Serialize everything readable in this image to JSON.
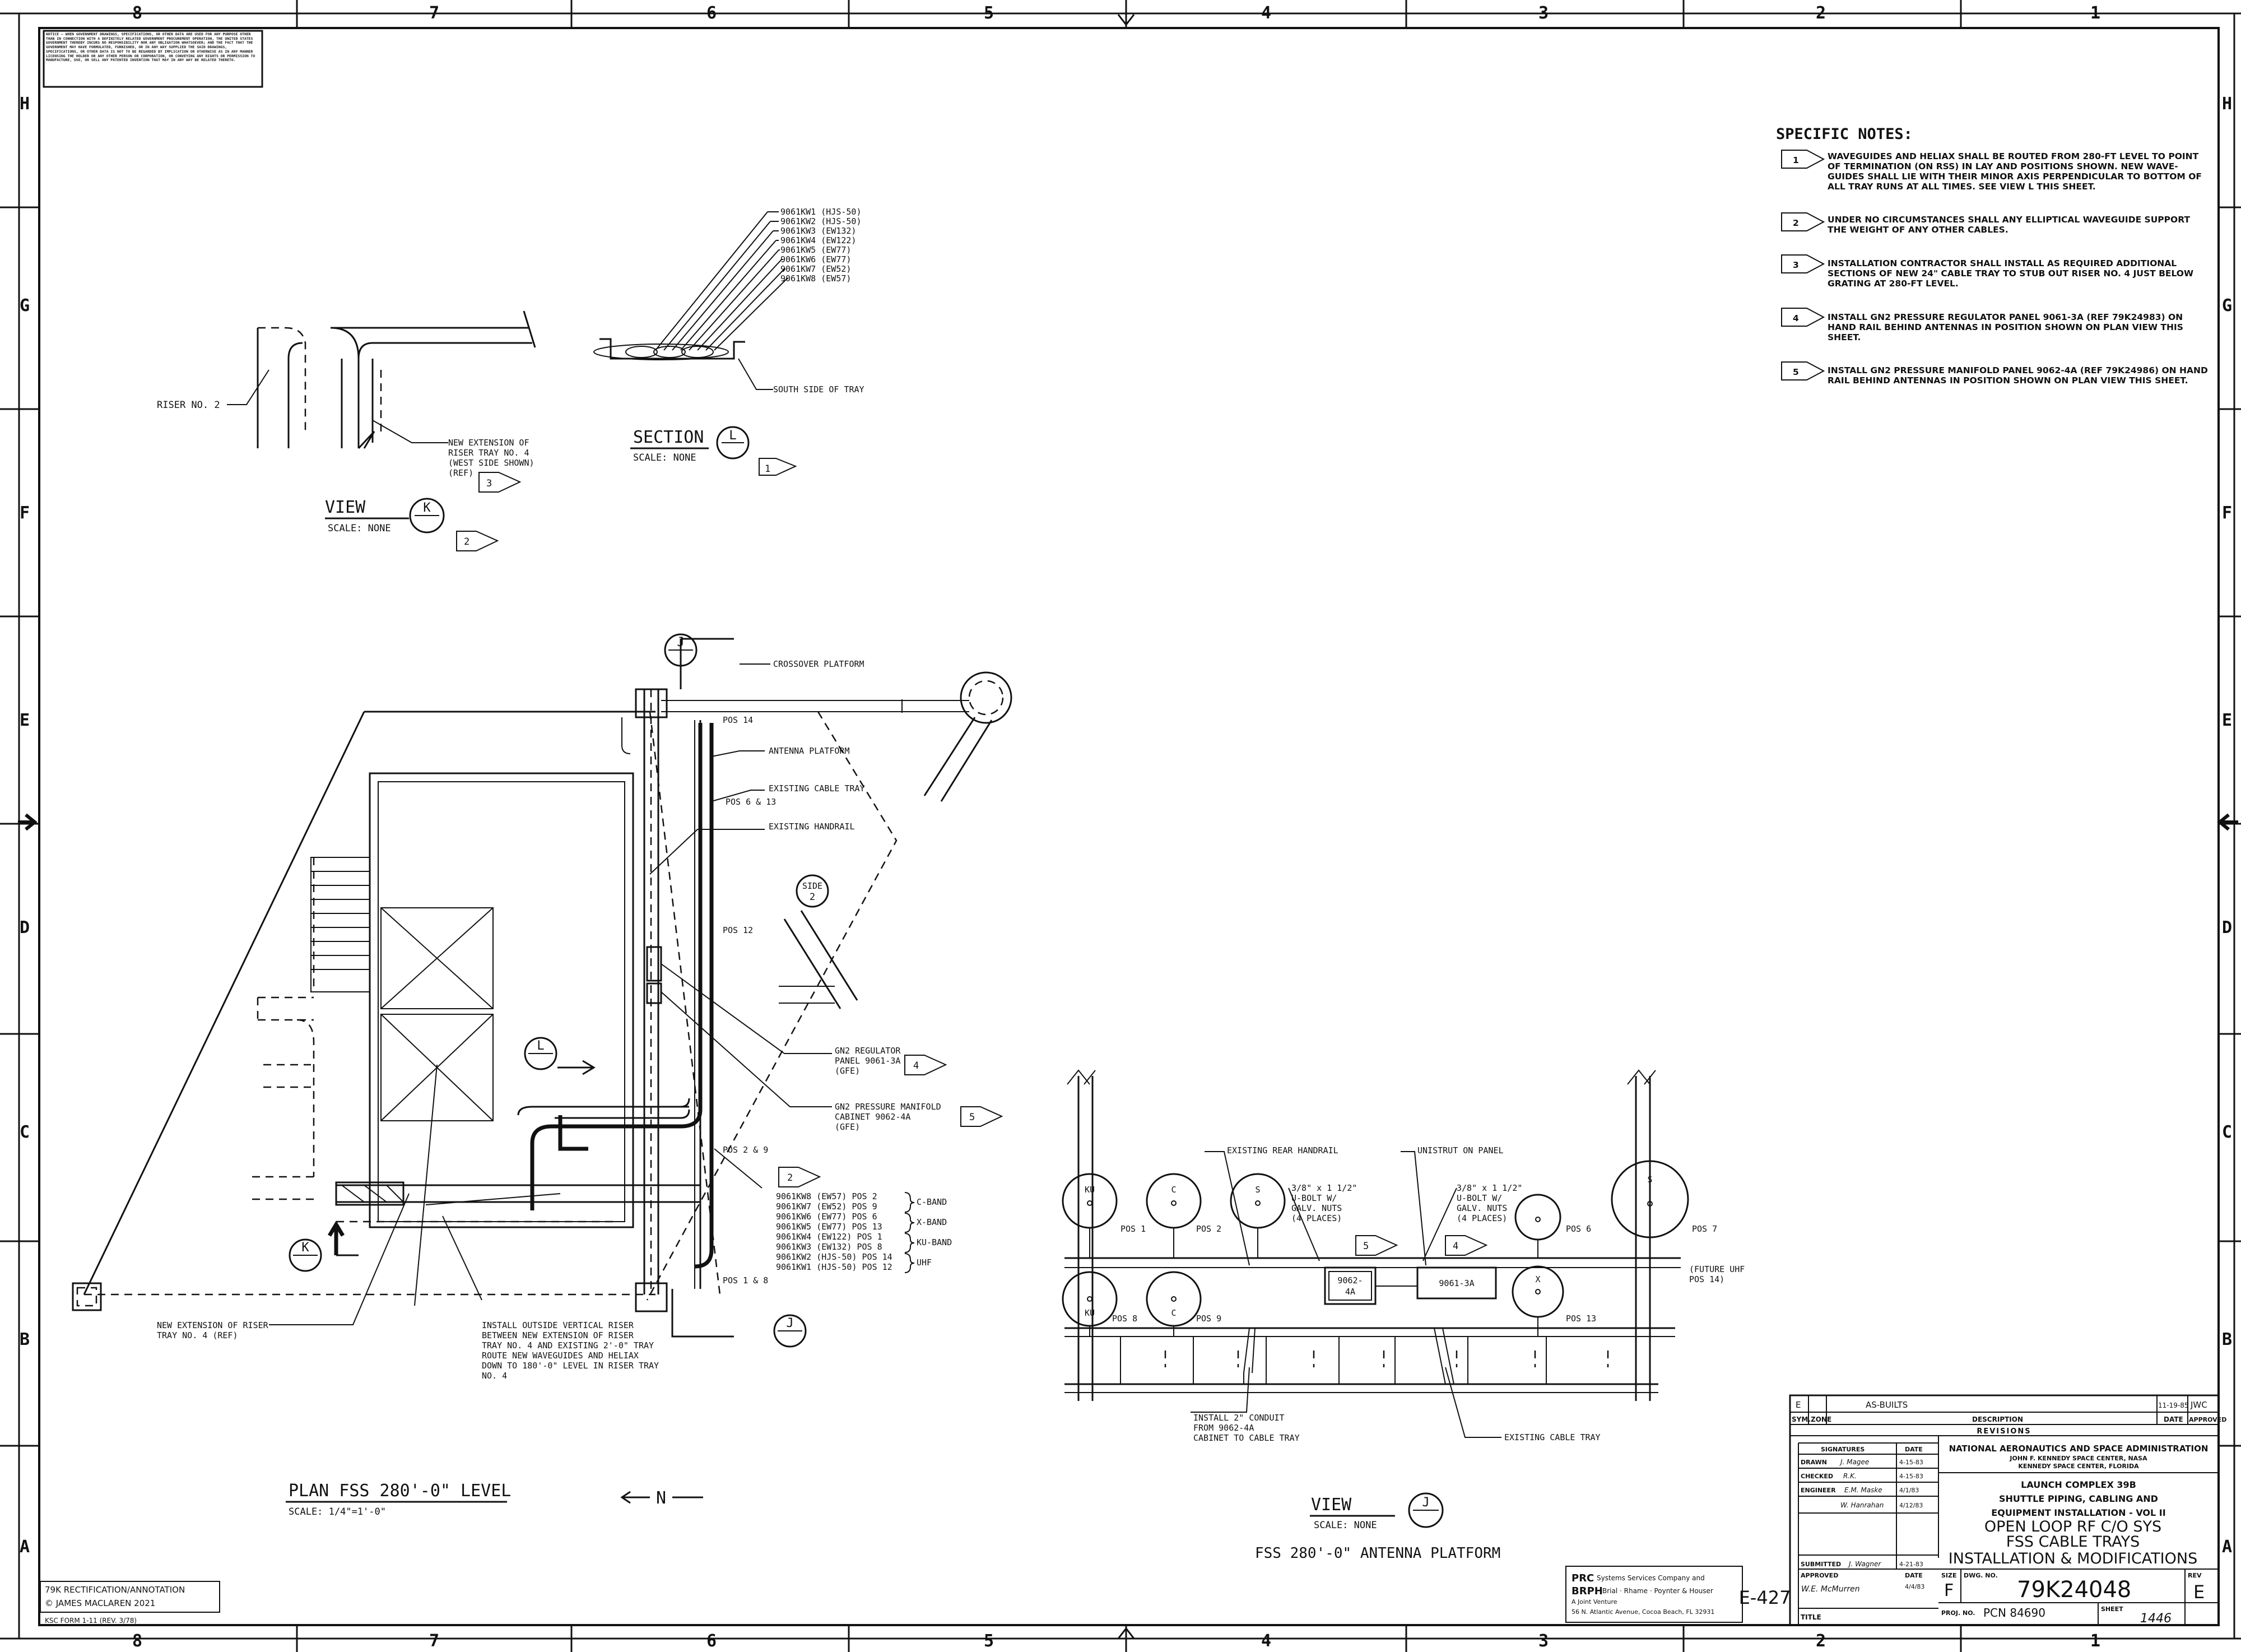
{
  "zones": {
    "top": [
      "8",
      "7",
      "6",
      "5",
      "4",
      "3",
      "2",
      "1"
    ],
    "side": [
      "H",
      "G",
      "F",
      "E",
      "D",
      "C",
      "B",
      "A"
    ]
  },
  "notice": "NOTICE — WHEN GOVERNMENT DRAWINGS, SPECIFICATIONS, OR OTHER DATA ARE USED FOR ANY PURPOSE OTHER THAN IN CONNECTION WITH A DEFINITELY RELATED GOVERNMENT PROCUREMENT OPERATION, THE UNITED STATES GOVERNMENT THEREBY INCURS NO RESPONSIBILITY NOR ANY OBLIGATION WHATSOEVER; AND THE FACT THAT THE GOVERNMENT MAY HAVE FORMULATED, FURNISHED, OR IN ANY WAY SUPPLIED THE SAID DRAWINGS, SPECIFICATIONS, OR OTHER DATA IS NOT TO BE REGARDED BY IMPLICATION OR OTHERWISE AS IN ANY MANNER LICENSING THE HOLDER OR ANY OTHER PERSON OR CORPORATION, OR CONVEYING ANY RIGHTS OR PERMISSION TO MANUFACTURE, USE, OR SELL ANY PATENTED INVENTION THAT MAY IN ANY WAY BE RELATED THERETO.",
  "specific_notes": {
    "title": "SPECIFIC NOTES:",
    "items": [
      {
        "num": "1",
        "lines": [
          "WAVEGUIDES AND HELIAX SHALL BE ROUTED FROM 280-FT LEVEL TO POINT",
          "OF TERMINATION (ON RSS) IN LAY AND POSITIONS SHOWN.  NEW WAVE-",
          "GUIDES SHALL LIE WITH THEIR MINOR AXIS PERPENDICULAR TO BOTTOM OF",
          "ALL TRAY RUNS AT ALL TIMES.  SEE VIEW L THIS SHEET."
        ]
      },
      {
        "num": "2",
        "lines": [
          "UNDER NO CIRCUMSTANCES SHALL ANY ELLIPTICAL WAVEGUIDE SUPPORT",
          "THE WEIGHT OF ANY OTHER CABLES."
        ]
      },
      {
        "num": "3",
        "lines": [
          "INSTALLATION CONTRACTOR SHALL INSTALL AS REQUIRED ADDITIONAL",
          "SECTIONS OF NEW 24\" CABLE TRAY TO STUB OUT RISER NO. 4 JUST BELOW",
          "GRATING AT 280-FT LEVEL."
        ]
      },
      {
        "num": "4",
        "lines": [
          "INSTALL GN2 PRESSURE REGULATOR PANEL 9061-3A (REF 79K24983) ON",
          "HAND RAIL BEHIND ANTENNAS IN POSITION SHOWN ON PLAN VIEW THIS",
          "SHEET."
        ]
      },
      {
        "num": "5",
        "lines": [
          "INSTALL GN2 PRESSURE MANIFOLD PANEL 9062-4A (REF 79K24986) ON HAND",
          "RAIL BEHIND ANTENNAS IN POSITION SHOWN ON PLAN VIEW THIS SHEET."
        ]
      }
    ]
  },
  "view_k": {
    "riser_label": "RISER NO. 2",
    "ext_lines": [
      "NEW EXTENSION OF",
      "RISER TRAY NO. 4",
      "(WEST SIDE SHOWN)",
      "(REF)"
    ],
    "ext_flag": "3",
    "title": "VIEW",
    "letter": "K",
    "scale": "SCALE: NONE",
    "flag": "2"
  },
  "section_l": {
    "cables": [
      "9061KW1 (HJS-50)",
      "9061KW2 (HJS-50)",
      "9061KW3 (EW132)",
      "9061KW4 (EW122)",
      "9061KW5 (EW77)",
      "9061KW6 (EW77)",
      "9061KW7 (EW52)",
      "9061KW8 (EW57)"
    ],
    "tray_label": "SOUTH SIDE OF TRAY",
    "title": "SECTION",
    "letter": "L",
    "scale": "SCALE: NONE",
    "flag": "1"
  },
  "plan": {
    "labels": {
      "crossover": "CROSSOVER PLATFORM",
      "antenna": "ANTENNA PLATFORM",
      "cable_tray": "EXISTING CABLE TRAY",
      "handrail": "EXISTING HANDRAIL",
      "pos14": "POS 14",
      "pos613": "POS 6 & 13",
      "pos12": "POS 12",
      "pos29": "POS 2 & 9",
      "pos18": "POS 1 & 8",
      "side_top": "SIDE",
      "side_num": "2",
      "cut_j": "J",
      "cut_l": "L",
      "cut_k": "K"
    },
    "gn2_reg": [
      "GN2 REGULATOR",
      "PANEL 9061-3A",
      "(GFE)"
    ],
    "gn2_reg_flag": "4",
    "gn2_man": [
      "GN2 PRESSURE MANIFOLD",
      "CABINET 9062-4A",
      "(GFE)"
    ],
    "gn2_man_flag": "5",
    "cable_flag": "2",
    "cable_list": [
      "9061KW8 (EW57)  POS 2",
      "9061KW7 (EW52)  POS 9",
      "9061KW6 (EW77)  POS 6",
      "9061KW5 (EW77)  POS 13",
      "9061KW4 (EW122)  POS 1",
      "9061KW3 (EW132)  POS 8",
      "9061KW2 (HJS-50)  POS 14",
      "9061KW1 (HJS-50)  POS 12"
    ],
    "bands": [
      "C-BAND",
      "X-BAND",
      "KU-BAND",
      "UHF"
    ],
    "riser_ext": [
      "NEW EXTENSION OF RISER",
      "TRAY NO. 4 (REF)"
    ],
    "install_note": [
      "INSTALL OUTSIDE VERTICAL RISER",
      "BETWEEN NEW EXTENSION OF RISER",
      "TRAY NO. 4 AND EXISTING 2'-0\" TRAY",
      "ROUTE NEW WAVEGUIDES AND HELIAX",
      "DOWN TO 180'-0\" LEVEL IN RISER TRAY",
      "NO. 4"
    ],
    "title": "PLAN  FSS  280'-0\"  LEVEL",
    "scale": "SCALE:  1/4\"=1'-0\"",
    "north": "N"
  },
  "view_j": {
    "labels": {
      "rear_handrail": "EXISTING REAR HANDRAIL",
      "unistrut": "UNISTRUT ON PANEL",
      "existing_tray": "EXISTING CABLE TRAY",
      "future": [
        "(FUTURE UHF",
        "POS 14)"
      ],
      "panel_a": [
        "9062-",
        "4A"
      ],
      "panel_b": "9061-3A"
    },
    "ubolt": [
      "3/8\" x 1 1/2\"",
      "U-BOLT W/",
      "GALV. NUTS",
      "(4 PLACES)"
    ],
    "ubolt_flags": [
      "5",
      "4"
    ],
    "conduit": [
      "INSTALL 2\" CONDUIT",
      "FROM 9062-4A",
      "CABINET TO CABLE TRAY"
    ],
    "dishes_top": [
      {
        "letter": "KU",
        "pos": "POS 1"
      },
      {
        "letter": "C",
        "pos": "POS 2"
      },
      {
        "letter": "S",
        "pos": ""
      },
      {
        "letter": "",
        "pos": "POS 6"
      },
      {
        "letter": "S",
        "pos": "POS 7"
      }
    ],
    "dishes_bottom": [
      {
        "letter": "KU",
        "pos": "POS 8"
      },
      {
        "letter": "C",
        "pos": "POS 9"
      },
      {
        "letter": "X",
        "pos": "POS 13"
      }
    ],
    "title": "VIEW",
    "letter": "J",
    "scale": "SCALE: NONE",
    "subtitle": "FSS  280'-0\"  ANTENNA  PLATFORM"
  },
  "stamp": [
    "79K RECTIFICATION/ANNOTATION",
    "© JAMES MACLAREN 2021"
  ],
  "form_no": "KSC FORM 1-11 (REV. 3/78)",
  "contractor": {
    "prc": "PRC",
    "prc_text": "Systems Services Company and",
    "brph": "BRPH",
    "brph_text": "Brial · Rhame · Poynter & Houser",
    "joint": "A Joint Venture",
    "address": "56 N. Atlantic Avenue, Cocoa Beach, FL 32931"
  },
  "title_block": {
    "rev_row": {
      "sym": "E",
      "desc": "AS-BUILTS",
      "date": "11-19-85",
      "approved": "JWC"
    },
    "rev_headers": {
      "sym": "SYM.",
      "zone": "ZONE",
      "desc": "DESCRIPTION",
      "date": "DATE",
      "approved": "APPROVED"
    },
    "revisions": "REVISIONS",
    "sig_headers": {
      "sig": "SIGNATURES",
      "date": "DATE"
    },
    "signatures": [
      {
        "role": "DRAWN",
        "name": "J. Magee",
        "date": "4-15-83"
      },
      {
        "role": "CHECKED",
        "name": "R.K.",
        "date": "4-15-83"
      },
      {
        "role": "ENGINEER",
        "name": "E.M. Maske",
        "date": "4/1/83"
      },
      {
        "role": "",
        "name": "W. Hanrahan",
        "date": "4/12/83"
      },
      {
        "role": "SUBMITTED",
        "name": "J. Wagner",
        "date": "4-21-83"
      },
      {
        "role": "APPROVED",
        "name": "W.E. McMurren",
        "date": "4/4/83"
      }
    ],
    "agency": "NATIONAL AERONAUTICS AND SPACE ADMINISTRATION",
    "center1": "JOHN F. KENNEDY SPACE CENTER, NASA",
    "center2": "KENNEDY SPACE CENTER, FLORIDA",
    "title_lines": [
      "LAUNCH COMPLEX 39B",
      "SHUTTLE PIPING, CABLING AND",
      "EQUIPMENT INSTALLATION - VOL II"
    ],
    "title_big": [
      "OPEN LOOP RF C/O SYS",
      "FSS CABLE TRAYS",
      "INSTALLATION & MODIFICATIONS"
    ],
    "size_label": "SIZE",
    "size": "F",
    "dwg_label": "DWG. NO.",
    "dwg_no": "79K24048",
    "rev_label": "REV",
    "rev": "E",
    "title_label": "TITLE",
    "proj_label": "PROJ. NO.",
    "proj_no": "PCN 84690",
    "sheet_label": "SHEET",
    "sheet": "1446",
    "date_label": "DATE",
    "e_code": "E-427"
  }
}
